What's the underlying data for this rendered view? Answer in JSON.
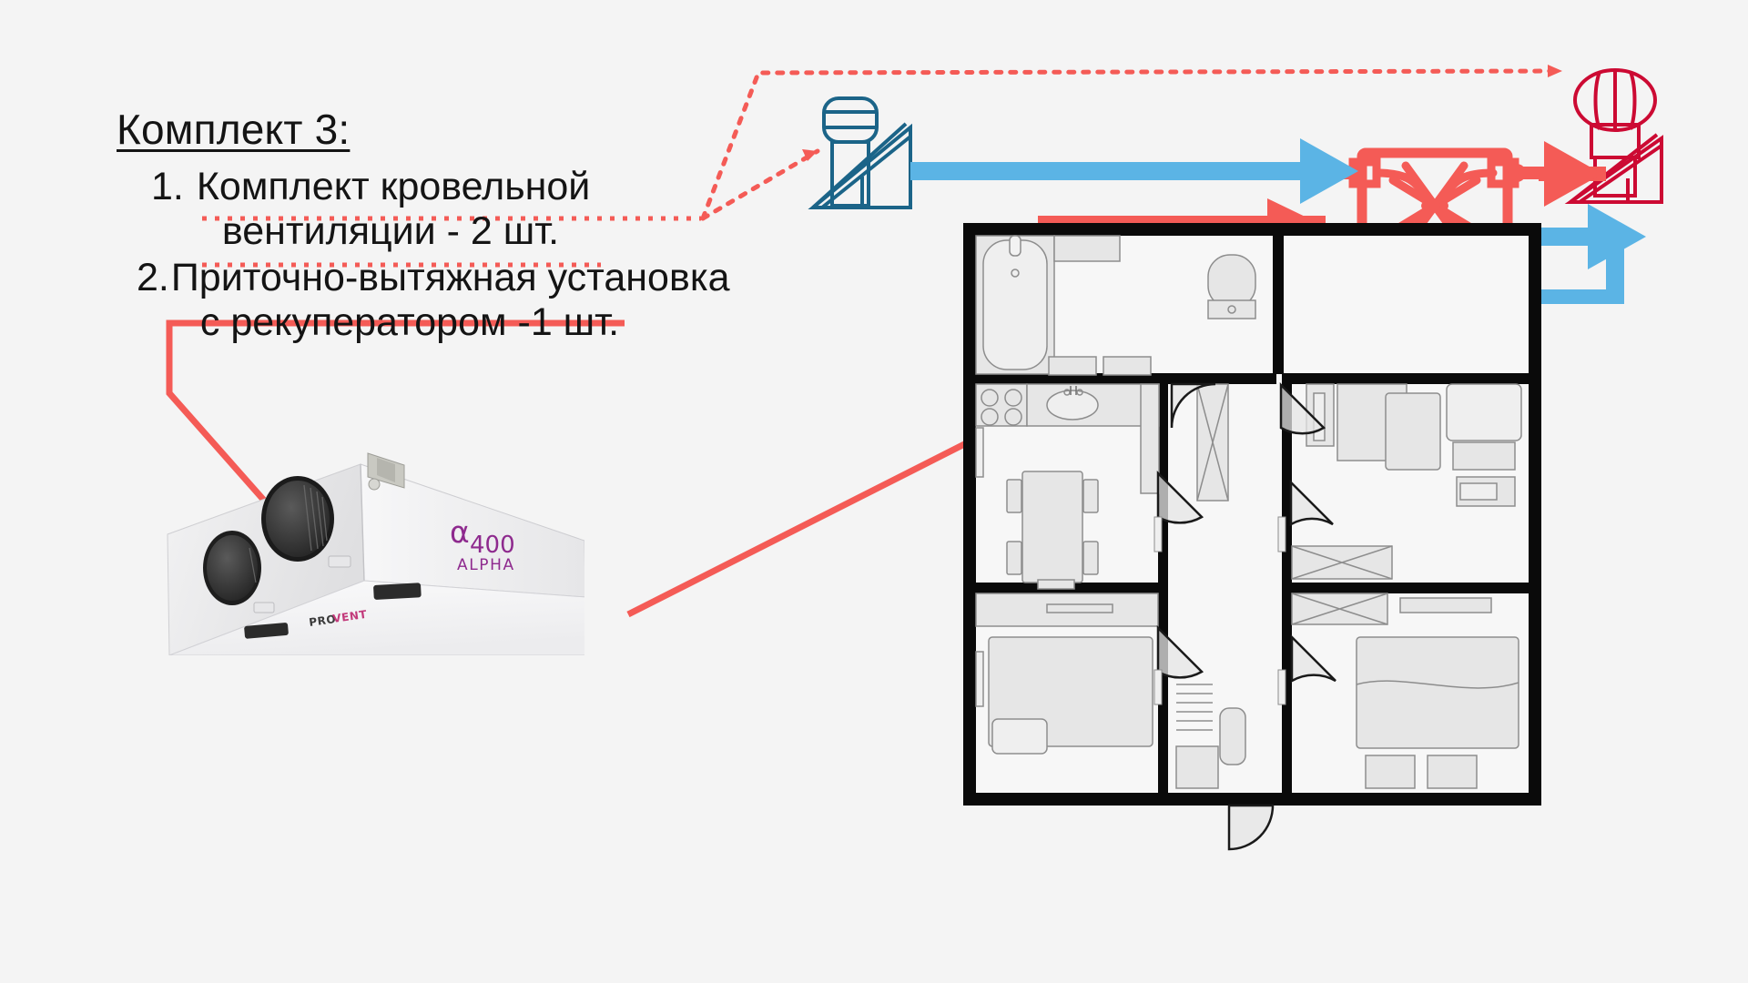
{
  "slide": {
    "background_color": "#f4f4f4",
    "accent_red": "#f45b56",
    "accent_blue": "#5bb4e5",
    "vent_blue": "#1b6488",
    "vent_red": "#cc0a33",
    "text_color": "#141414"
  },
  "heading": {
    "title": "Комплект 3:"
  },
  "items": [
    {
      "number": "1.",
      "line1": "Комплект кровельной",
      "line2": "вентиляции - 2 шт."
    },
    {
      "number": "2.",
      "line1": "Приточно-вытяжная установка",
      "line2": "с рекуператором -1 шт."
    }
  ],
  "device": {
    "brand_symbol": "α",
    "model_number": "400",
    "brand_name": "ALPHA",
    "manufacturer": "PROVENT",
    "manufacturer_accent": "VENT",
    "manufacturer_prefix": "PRO"
  },
  "diagram": {
    "hrv_label": "heat-recovery-ventilator",
    "roof_vent_supply": "roof-vent-supply",
    "roof_vent_exhaust": "roof-vent-exhaust",
    "supply_flow_color": "#5bb4e5",
    "exhaust_flow_color": "#f45b56"
  },
  "callouts": {
    "dotted_leader_1": "roof-vent-leader-upper",
    "dotted_leader_2": "roof-vent-leader-lower",
    "solid_leader_unit": "unit-leader-arrow",
    "solid_leader_hrv": "hrv-leader-arrow"
  }
}
